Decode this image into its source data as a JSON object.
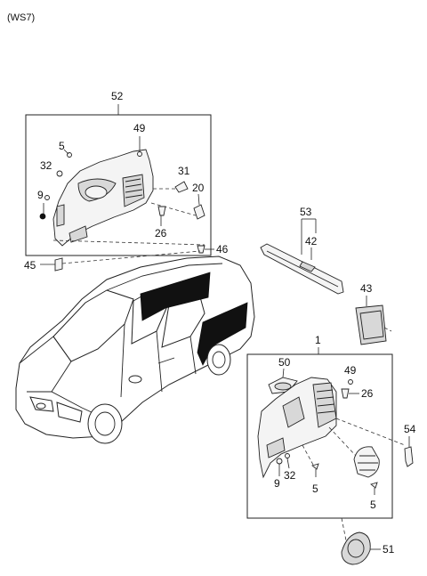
{
  "diagram": {
    "model_code": "(WS7)",
    "callouts": {
      "c52": "52",
      "c49a": "49",
      "c5a": "5",
      "c32a": "32",
      "c9a": "9",
      "c31": "31",
      "c20": "20",
      "c26a": "26",
      "c46": "46",
      "c45": "45",
      "c53": "53",
      "c42": "42",
      "c43": "43",
      "c1": "1",
      "c50": "50",
      "c49b": "49",
      "c26b": "26",
      "c54": "54",
      "c9b": "9",
      "c32b": "32",
      "c5b": "5",
      "c5c": "5",
      "c51": "51"
    }
  }
}
